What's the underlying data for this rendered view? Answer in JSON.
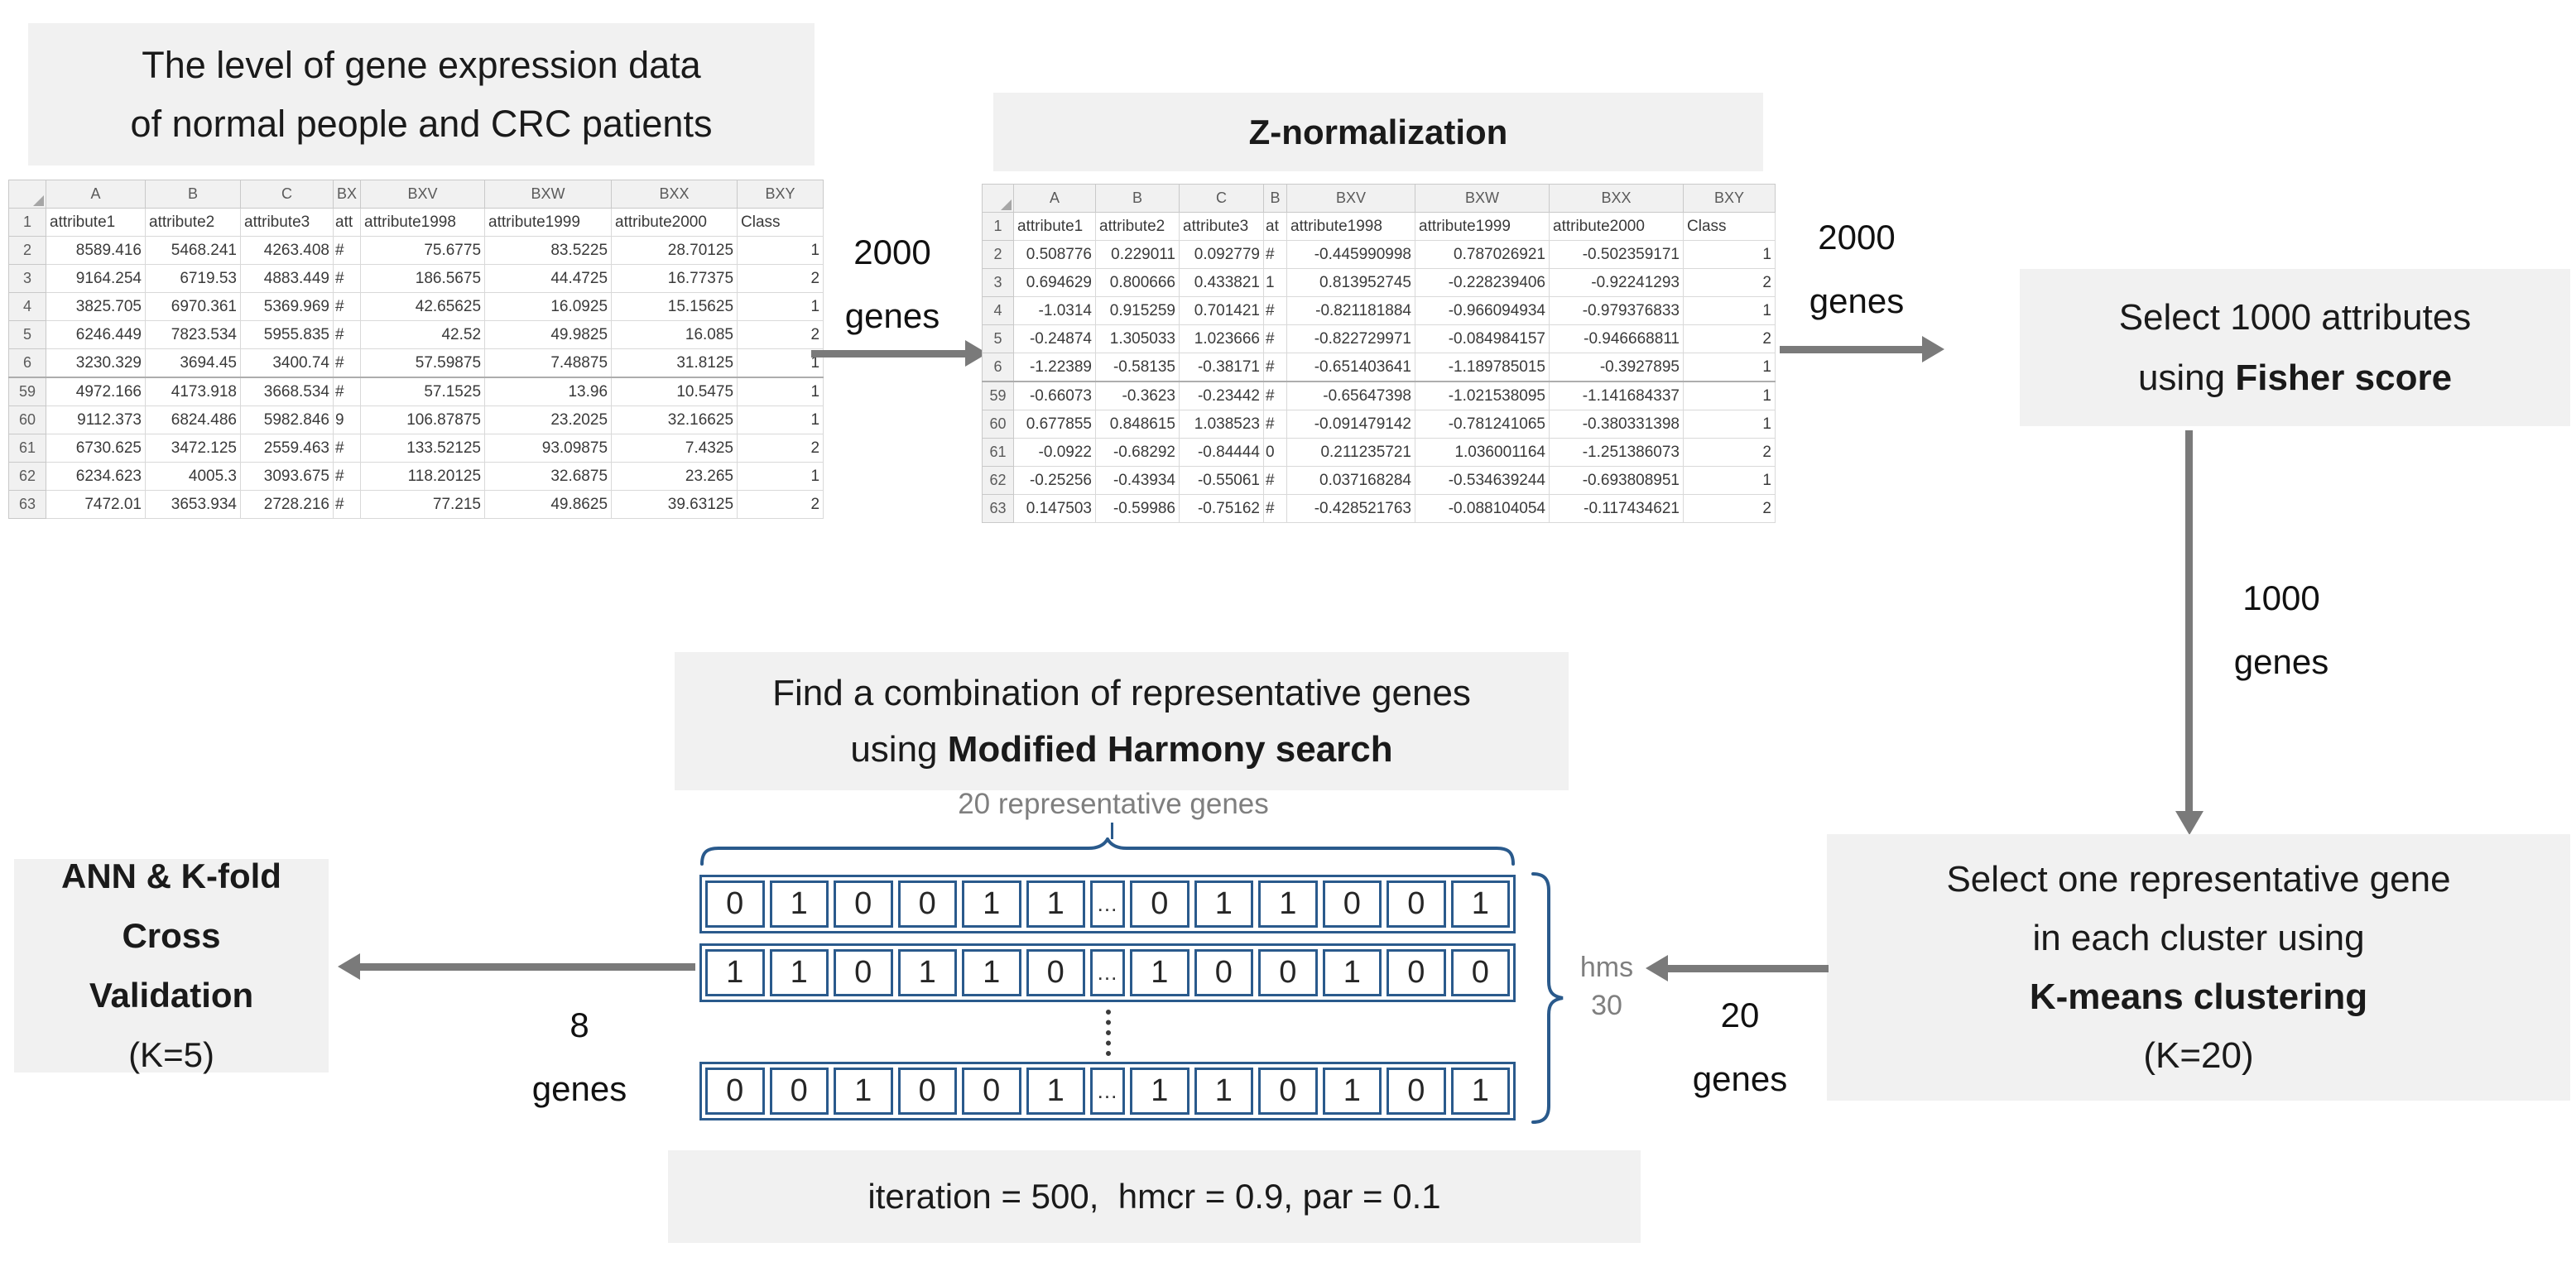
{
  "colors": {
    "box_background": "#f1f1f1",
    "arrow_gray": "#7a7a7a",
    "matrix_blue": "#2a5a8c",
    "muted_gray_text": "#7f7f7f"
  },
  "flow": {
    "source_box": {
      "line1": "The level of gene expression data",
      "line2": "of normal people and CRC patients"
    },
    "znorm_box": {
      "title": "Z-normalization"
    },
    "arrow1": {
      "count": "2000",
      "unit": "genes"
    },
    "arrow2": {
      "count": "2000",
      "unit": "genes"
    },
    "fisher_box": {
      "line1": "Select 1000 attributes",
      "line2_prefix": "using ",
      "line2_bold": "Fisher score"
    },
    "arrow3": {
      "count": "1000",
      "unit": "genes"
    },
    "kmeans_box": {
      "line1": "Select one representative gene",
      "line2": "in each cluster using",
      "line3_bold": "K-means clustering",
      "line4": "(K=20)"
    },
    "arrow4": {
      "count": "20",
      "unit": "genes"
    },
    "harmony_box": {
      "line1": "Find a combination of representative genes",
      "line2_prefix": "using ",
      "line2_bold": "Modified Harmony search"
    },
    "arrow5": {
      "count": "8",
      "unit": "genes"
    },
    "ann_box": {
      "line1_bold": "ANN & K-fold Cross",
      "line2_bold": "Validation",
      "line3": "(K=5)"
    },
    "params_box": {
      "text": "iteration = 500,  hmcr = 0.9, par = 0.1"
    }
  },
  "harmony_matrix": {
    "top_label": "20 representative genes",
    "hms_label": "hms",
    "hms_value": "30",
    "ellipsis": "...",
    "rows": [
      [
        "0",
        "1",
        "0",
        "0",
        "1",
        "1",
        "...",
        "0",
        "1",
        "1",
        "0",
        "0",
        "1"
      ],
      [
        "1",
        "1",
        "0",
        "1",
        "1",
        "0",
        "...",
        "1",
        "0",
        "0",
        "1",
        "0",
        "0"
      ],
      [
        "0",
        "0",
        "1",
        "0",
        "0",
        "1",
        "...",
        "1",
        "1",
        "0",
        "1",
        "0",
        "1"
      ]
    ]
  },
  "table1": {
    "columns": [
      "A",
      "B",
      "C",
      "BX",
      "BXV",
      "BXW",
      "BXX",
      "BXY"
    ],
    "rows": [
      {
        "n": "1",
        "c": [
          "attribute1",
          "attribute2",
          "attribute3",
          "att",
          "attribute1998",
          "attribute1999",
          "attribute2000",
          "Class"
        ]
      },
      {
        "n": "2",
        "c": [
          "8589.416",
          "5468.241",
          "4263.408",
          "#",
          "75.6775",
          "83.5225",
          "28.70125",
          "1"
        ]
      },
      {
        "n": "3",
        "c": [
          "9164.254",
          "6719.53",
          "4883.449",
          "#",
          "186.5675",
          "44.4725",
          "16.77375",
          "2"
        ]
      },
      {
        "n": "4",
        "c": [
          "3825.705",
          "6970.361",
          "5369.969",
          "#",
          "42.65625",
          "16.0925",
          "15.15625",
          "1"
        ]
      },
      {
        "n": "5",
        "c": [
          "6246.449",
          "7823.534",
          "5955.835",
          "#",
          "42.52",
          "49.9825",
          "16.085",
          "2"
        ]
      },
      {
        "n": "6",
        "c": [
          "3230.329",
          "3694.45",
          "3400.74",
          "#",
          "57.59875",
          "7.48875",
          "31.8125",
          "1"
        ]
      },
      {
        "n": "59",
        "c": [
          "4972.166",
          "4173.918",
          "3668.534",
          "#",
          "57.1525",
          "13.96",
          "10.5475",
          "1"
        ]
      },
      {
        "n": "60",
        "c": [
          "9112.373",
          "6824.486",
          "5982.846",
          "9",
          "106.87875",
          "23.2025",
          "32.16625",
          "1"
        ]
      },
      {
        "n": "61",
        "c": [
          "6730.625",
          "3472.125",
          "2559.463",
          "#",
          "133.52125",
          "93.09875",
          "7.4325",
          "2"
        ]
      },
      {
        "n": "62",
        "c": [
          "6234.623",
          "4005.3",
          "3093.675",
          "#",
          "118.20125",
          "32.6875",
          "23.265",
          "1"
        ]
      },
      {
        "n": "63",
        "c": [
          "7472.01",
          "3653.934",
          "2728.216",
          "#",
          "77.215",
          "49.8625",
          "39.63125",
          "2"
        ]
      }
    ]
  },
  "table2": {
    "columns": [
      "A",
      "B",
      "C",
      "B",
      "BXV",
      "BXW",
      "BXX",
      "BXY"
    ],
    "rows": [
      {
        "n": "1",
        "c": [
          "attribute1",
          "attribute2",
          "attribute3",
          "at",
          "attribute1998",
          "attribute1999",
          "attribute2000",
          "Class"
        ]
      },
      {
        "n": "2",
        "c": [
          "0.508776",
          "0.229011",
          "0.092779",
          "#",
          "-0.445990998",
          "0.787026921",
          "-0.502359171",
          "1"
        ]
      },
      {
        "n": "3",
        "c": [
          "0.694629",
          "0.800666",
          "0.433821",
          "1",
          "0.813952745",
          "-0.228239406",
          "-0.92241293",
          "2"
        ]
      },
      {
        "n": "4",
        "c": [
          "-1.0314",
          "0.915259",
          "0.701421",
          "#",
          "-0.821181884",
          "-0.966094934",
          "-0.979376833",
          "1"
        ]
      },
      {
        "n": "5",
        "c": [
          "-0.24874",
          "1.305033",
          "1.023666",
          "#",
          "-0.822729971",
          "-0.084984157",
          "-0.946668811",
          "2"
        ]
      },
      {
        "n": "6",
        "c": [
          "-1.22389",
          "-0.58135",
          "-0.38171",
          "#",
          "-0.651403641",
          "-1.189785015",
          "-0.3927895",
          "1"
        ]
      },
      {
        "n": "59",
        "c": [
          "-0.66073",
          "-0.3623",
          "-0.23442",
          "#",
          "-0.65647398",
          "-1.021538095",
          "-1.141684337",
          "1"
        ]
      },
      {
        "n": "60",
        "c": [
          "0.677855",
          "0.848615",
          "1.038523",
          "#",
          "-0.091479142",
          "-0.781241065",
          "-0.380331398",
          "1"
        ]
      },
      {
        "n": "61",
        "c": [
          "-0.0922",
          "-0.68292",
          "-0.84444",
          "0",
          "0.211235721",
          "1.036001164",
          "-1.251386073",
          "2"
        ]
      },
      {
        "n": "62",
        "c": [
          "-0.25256",
          "-0.43934",
          "-0.55061",
          "#",
          "0.037168284",
          "-0.534639244",
          "-0.693808951",
          "1"
        ]
      },
      {
        "n": "63",
        "c": [
          "0.147503",
          "-0.59986",
          "-0.75162",
          "#",
          "-0.428521763",
          "-0.088104054",
          "-0.117434621",
          "2"
        ]
      }
    ]
  }
}
